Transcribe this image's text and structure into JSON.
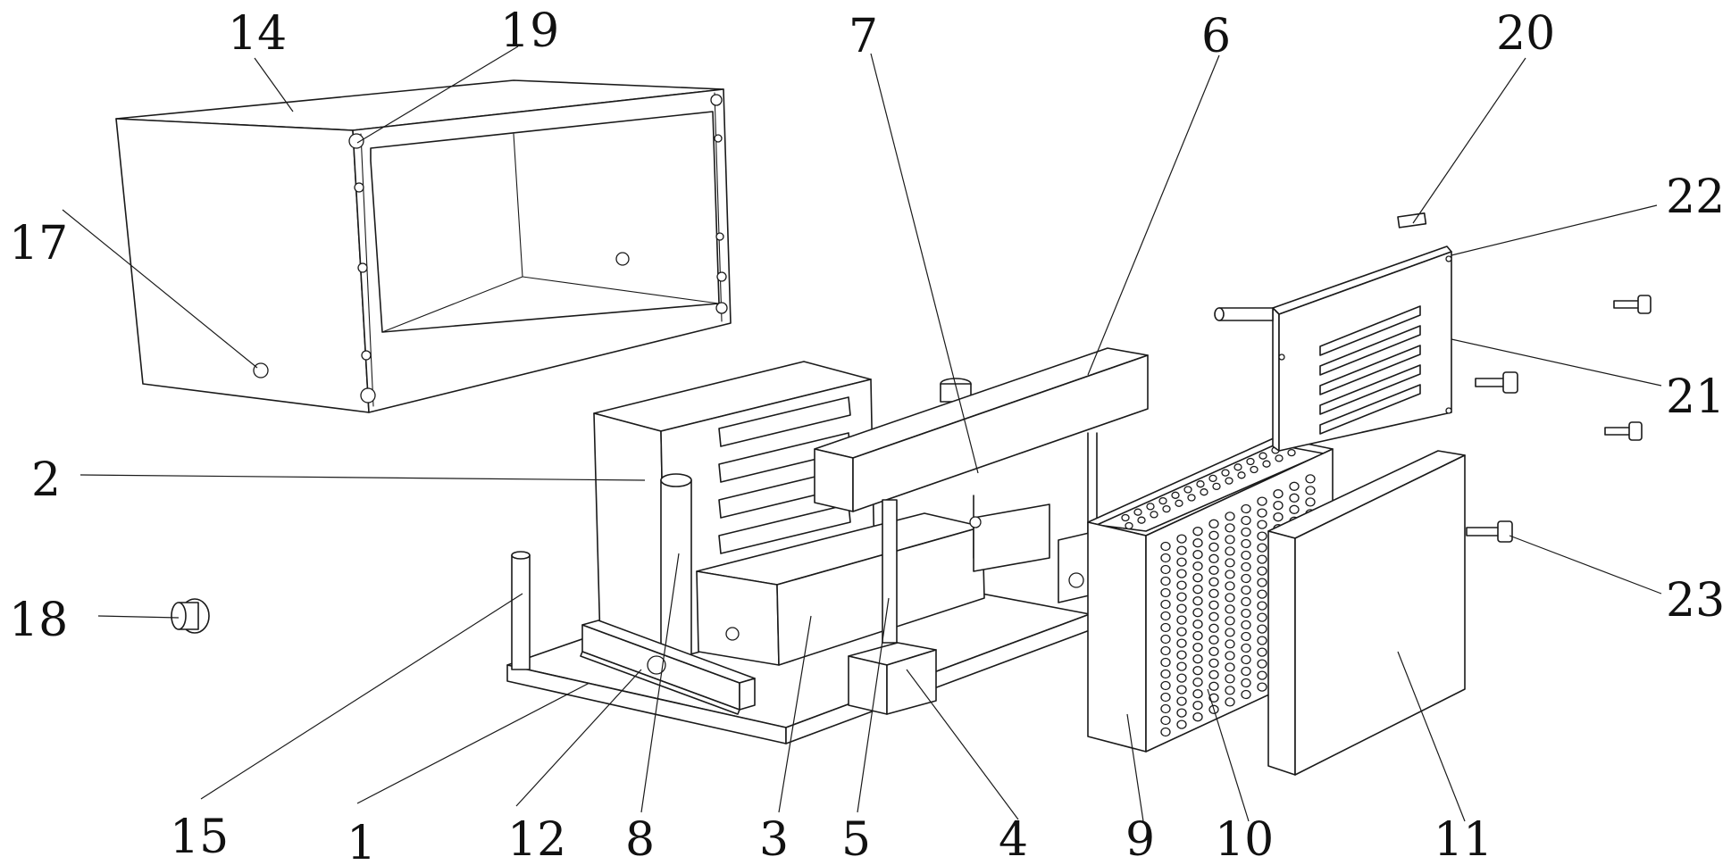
{
  "labels": {
    "14": "14",
    "19": "19",
    "7": "7",
    "6": "6",
    "20": "20",
    "22": "22",
    "17": "17",
    "21": "21",
    "2": "2",
    "23": "23",
    "18": "18",
    "15": "15",
    "1": "1",
    "12": "12",
    "8": "8",
    "3": "3",
    "5": "5",
    "4": "4",
    "9": "9",
    "10": "10",
    "11": "11"
  }
}
